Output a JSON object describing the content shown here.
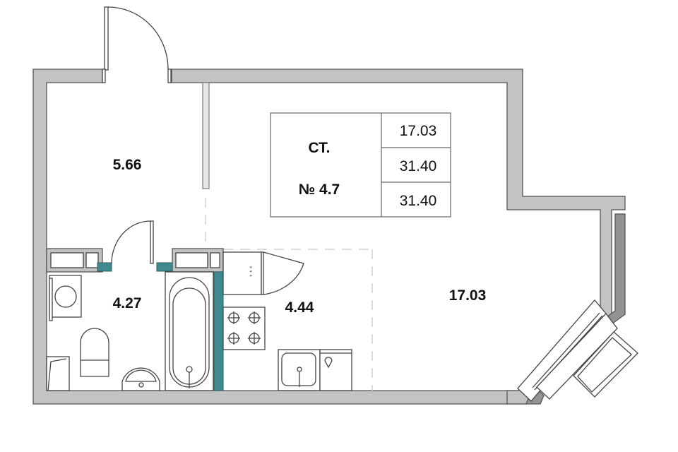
{
  "plan": {
    "unit_type": "СТ.",
    "unit_number": "№ 4.7",
    "summary_areas": [
      "17.03",
      "31.40",
      "31.40"
    ],
    "rooms": [
      {
        "name": "hallway",
        "area": "5.66"
      },
      {
        "name": "bathroom",
        "area": "4.27"
      },
      {
        "name": "kitchen",
        "area": "4.44"
      },
      {
        "name": "living-room",
        "area": "17.03"
      }
    ],
    "colors": {
      "wall": "#c3c3c3",
      "outer_wall": "#939393",
      "accent": "#3f8a8f"
    }
  }
}
